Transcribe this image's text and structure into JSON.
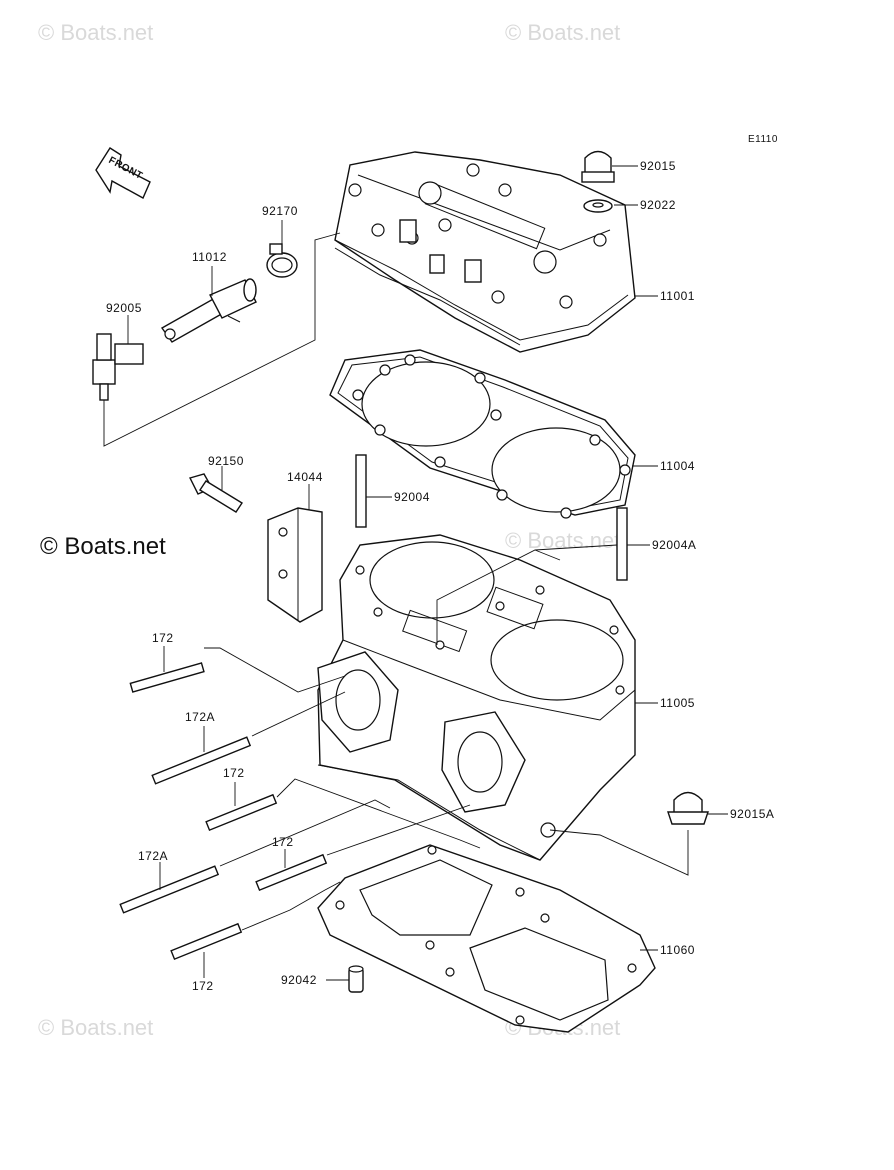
{
  "diagram": {
    "code": "E1110",
    "front_label": "FRONT",
    "watermarks": [
      "© Boats.net",
      "© Boats.net",
      "© Boats.net",
      "© Boats.net",
      "© Boats.net"
    ],
    "watermark_main": "© Boats.net",
    "parts": [
      {
        "id": "p92015",
        "label": "92015"
      },
      {
        "id": "p92022",
        "label": "92022"
      },
      {
        "id": "p11001",
        "label": "11001"
      },
      {
        "id": "p92170",
        "label": "92170"
      },
      {
        "id": "p11012",
        "label": "11012"
      },
      {
        "id": "p92005",
        "label": "92005"
      },
      {
        "id": "p11004",
        "label": "11004"
      },
      {
        "id": "p92150",
        "label": "92150"
      },
      {
        "id": "p14044",
        "label": "14044"
      },
      {
        "id": "p92004",
        "label": "92004"
      },
      {
        "id": "p92004A",
        "label": "92004A"
      },
      {
        "id": "p172a",
        "label": "172"
      },
      {
        "id": "p172Aa",
        "label": "172A"
      },
      {
        "id": "p172b",
        "label": "172"
      },
      {
        "id": "p11005",
        "label": "11005"
      },
      {
        "id": "p92015A",
        "label": "92015A"
      },
      {
        "id": "p172Ab",
        "label": "172A"
      },
      {
        "id": "p172c",
        "label": "172"
      },
      {
        "id": "p11060",
        "label": "11060"
      },
      {
        "id": "p92042",
        "label": "92042"
      },
      {
        "id": "p172d",
        "label": "172"
      }
    ]
  }
}
